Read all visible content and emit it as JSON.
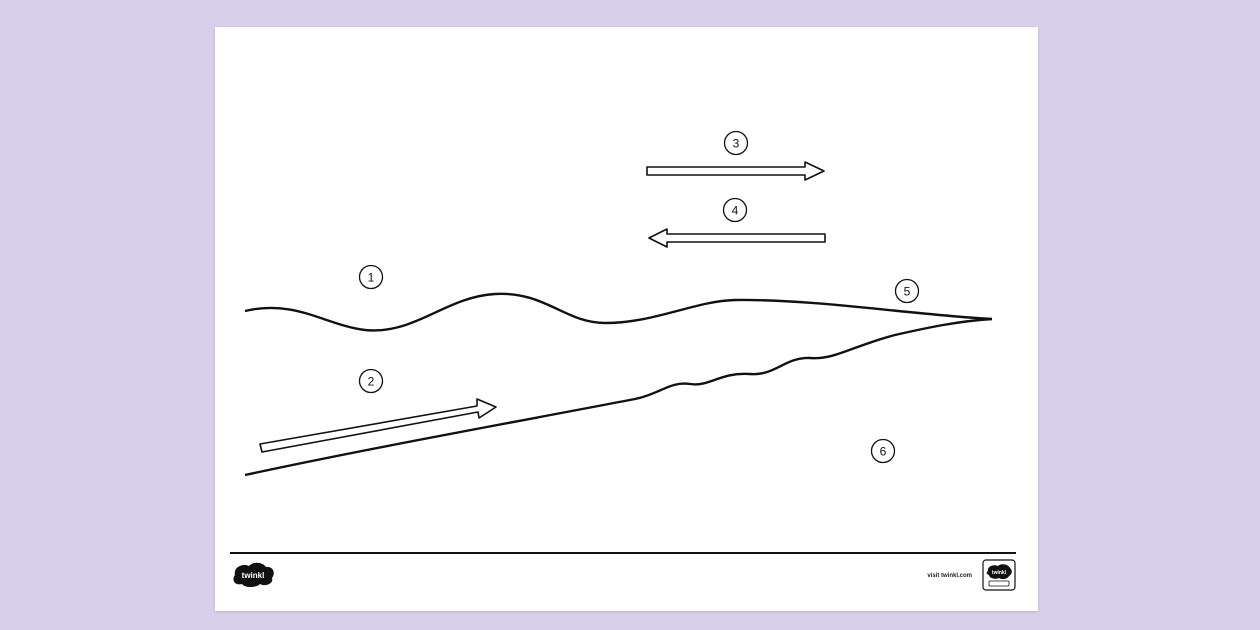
{
  "diagram": {
    "markers": [
      {
        "id": "1",
        "text": "1"
      },
      {
        "id": "2",
        "text": "2"
      },
      {
        "id": "3",
        "text": "3"
      },
      {
        "id": "4",
        "text": "4"
      },
      {
        "id": "5",
        "text": "5"
      },
      {
        "id": "6",
        "text": "6"
      }
    ]
  },
  "footer": {
    "logo_text": "twinkl",
    "url": "visit twinkl.com",
    "badge_text": "twinkl"
  },
  "colors": {
    "background": "#d8d0ea",
    "sheet": "#ffffff",
    "ink": "#111111"
  }
}
